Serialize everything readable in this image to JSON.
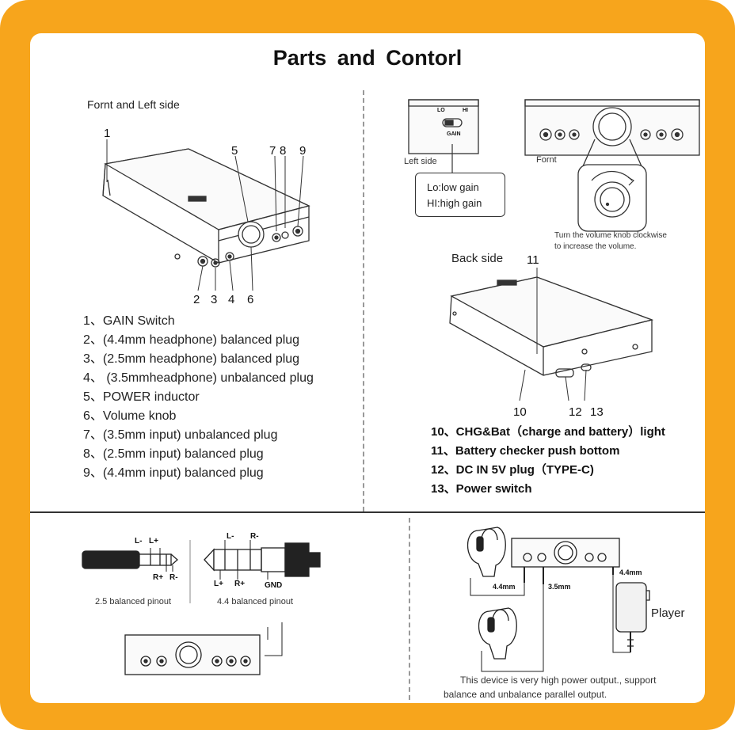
{
  "title": "Parts and Contorl",
  "front_left": {
    "heading": "Fornt and Left side",
    "callouts": [
      "1",
      "5",
      "7",
      "8",
      "9",
      "2",
      "3",
      "4",
      "6"
    ],
    "items": [
      "1、GAIN Switch",
      "2、(4.4mm headphone) balanced plug",
      "3、(2.5mm headphone) balanced plug",
      "4、 (3.5mmheadphone) unbalanced plug",
      "5、POWER inductor",
      "6、Volume knob",
      "7、(3.5mm input) unbalanced plug",
      "8、(2.5mm input) balanced plug",
      "9、(4.4mm input) balanced plug"
    ]
  },
  "gain": {
    "left_side_label": "Left side",
    "front_label": "Fornt",
    "switch_lo": "LO",
    "switch_hi": "HI",
    "switch_name": "GAIN",
    "lo_text": "Lo:low gain",
    "hi_text": "HI:high gain",
    "knob_note_1": "Turn the volume knob clockwise",
    "knob_note_2": "to increase the volume."
  },
  "back": {
    "heading": "Back side",
    "callouts": [
      "11",
      "10",
      "12",
      "13"
    ],
    "items": [
      "10、CHG&Bat（charge and battery）light",
      "11、Battery checker push bottom",
      "12、DC IN 5V plug（TYPE-C)",
      "13、Power switch"
    ]
  },
  "pinout": {
    "p25_labels": [
      "L-",
      "L+",
      "R+",
      "R-"
    ],
    "p44_labels": [
      "L-",
      "R-",
      "L+",
      "R+",
      "GND"
    ],
    "p25_caption": "2.5 balanced pinout",
    "p44_caption": "4.4 balanced pinout"
  },
  "connection": {
    "label_44_left": "4.4mm",
    "label_35": "3.5mm",
    "label_44_right": "4.4mm",
    "player": "Player",
    "note_1": "This device is very high power output., support",
    "note_2": "balance and unbalance parallel output."
  },
  "colors": {
    "frame": "#F7A51C",
    "ink": "#222222"
  }
}
